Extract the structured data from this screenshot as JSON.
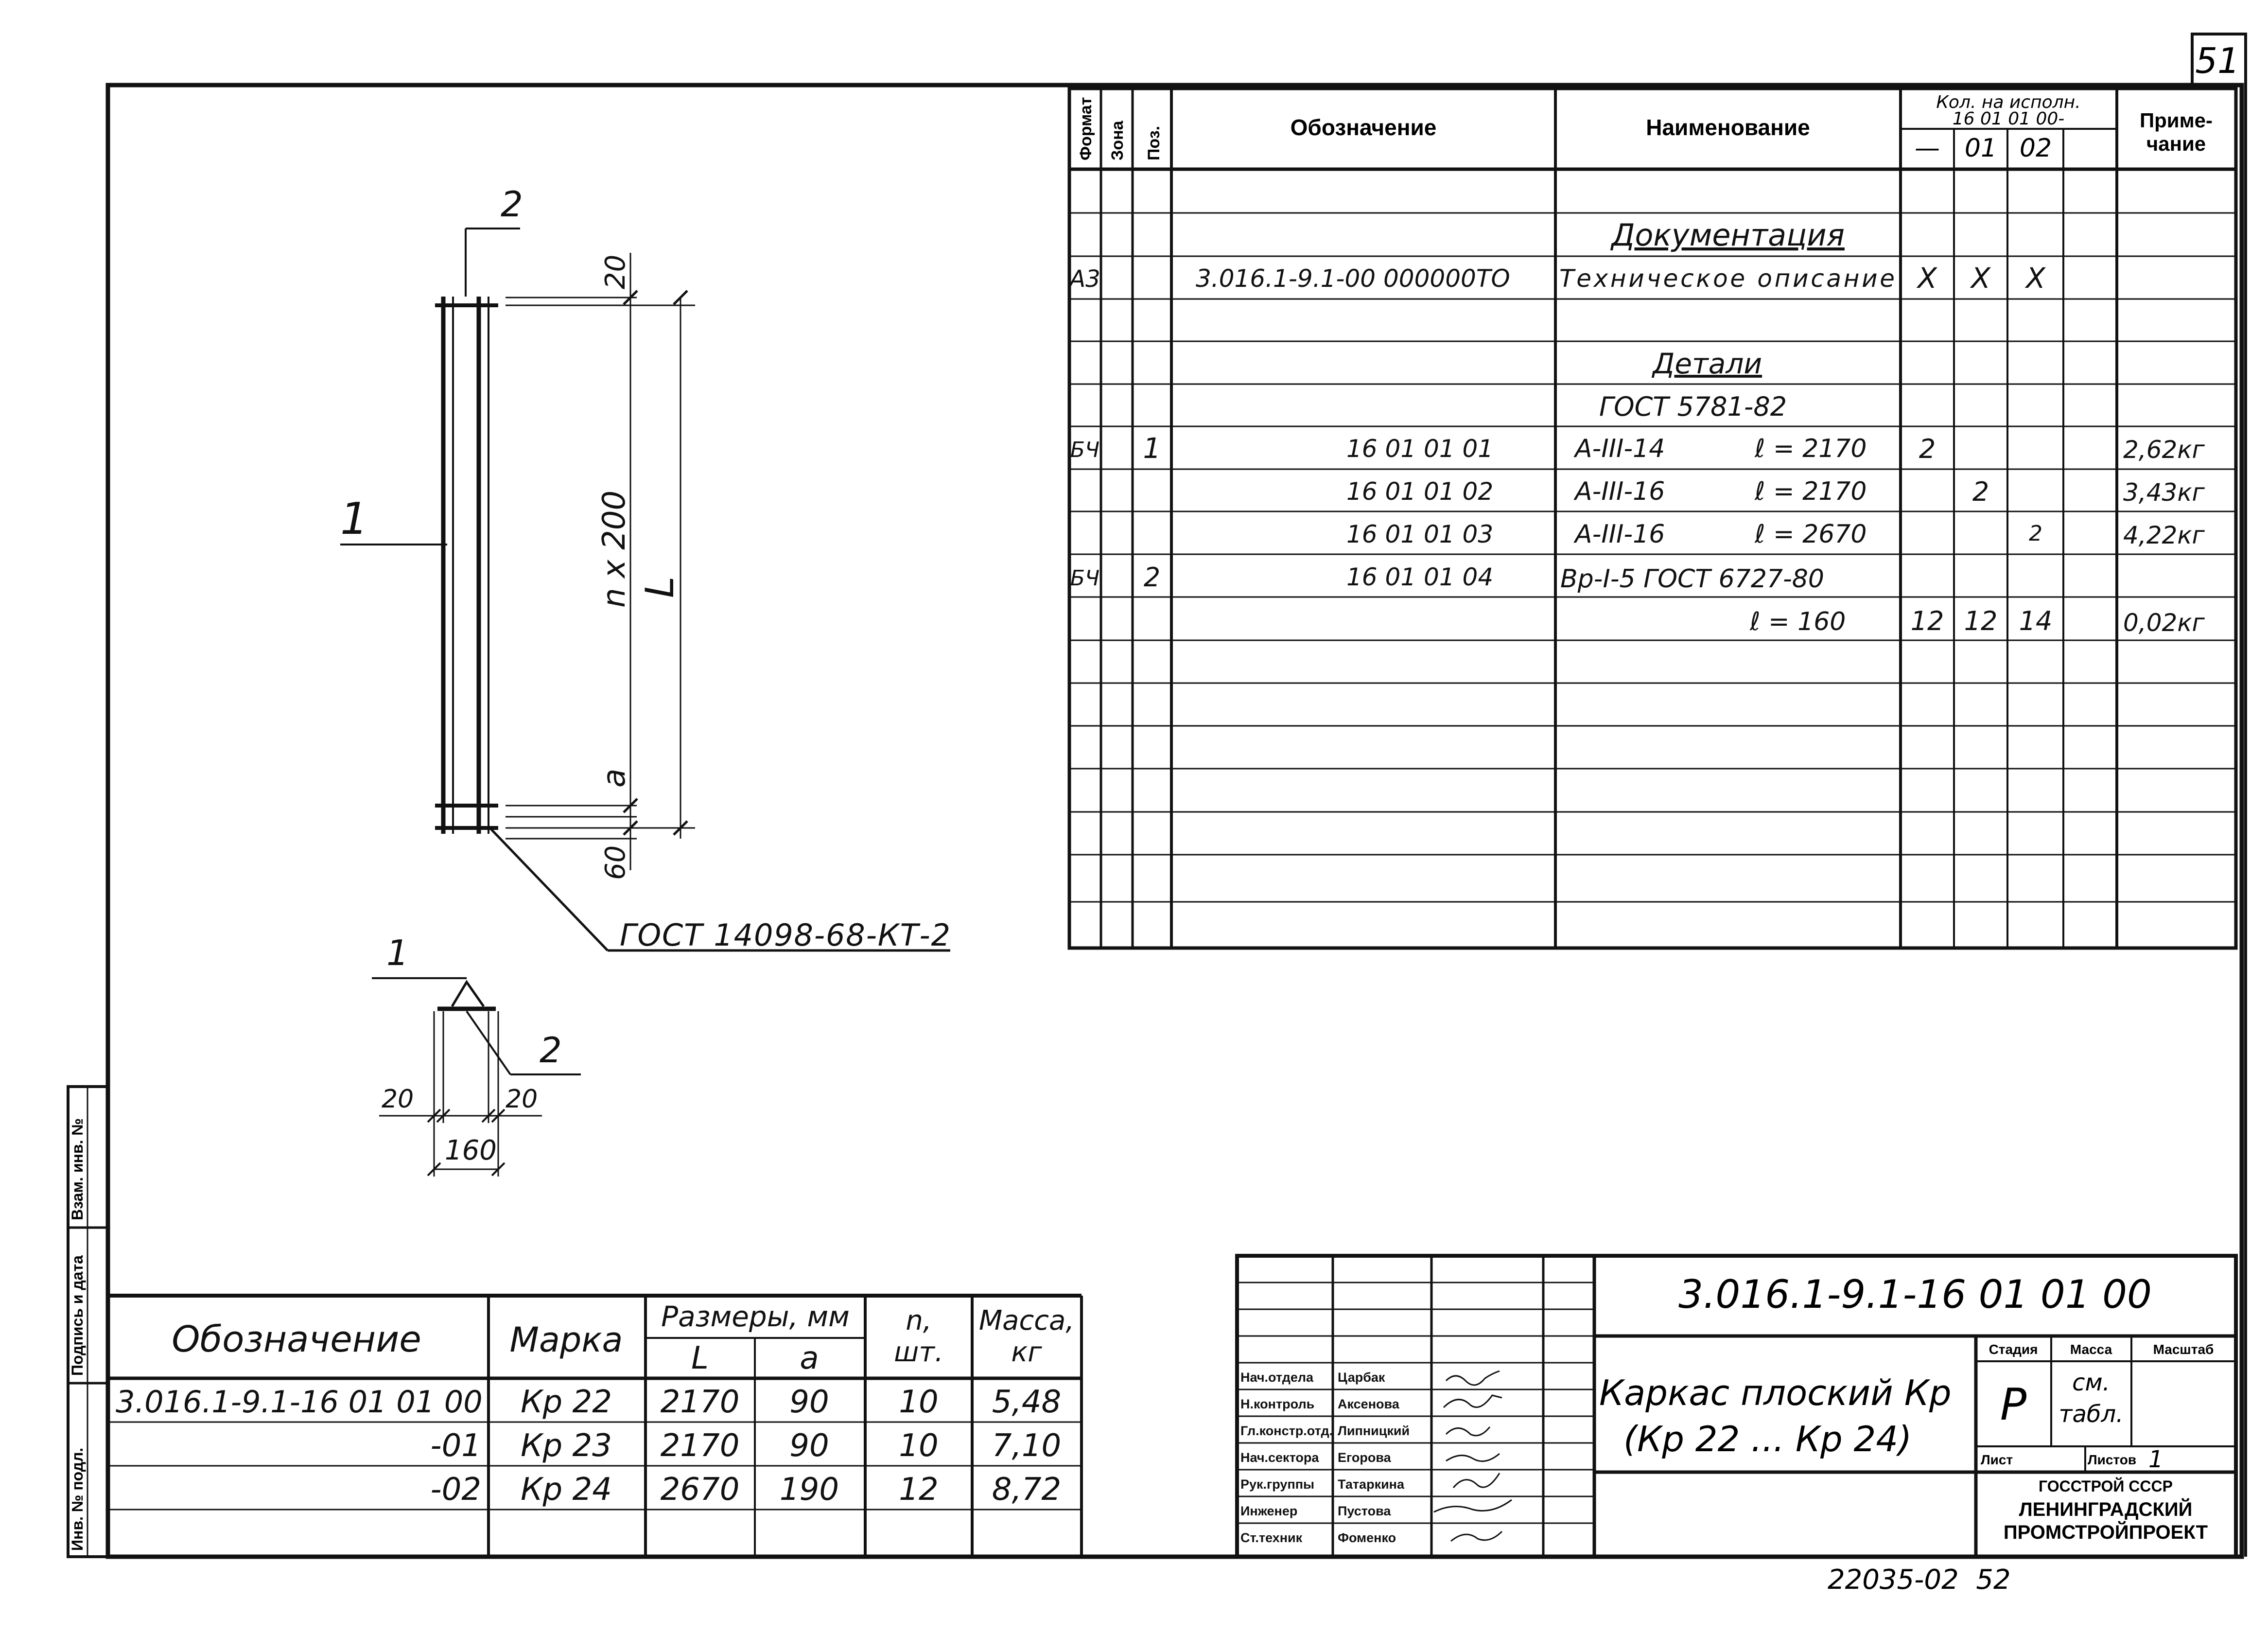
{
  "page_number": "51",
  "spec_header": {
    "format": "Формат",
    "zone": "Зона",
    "pos": "Поз.",
    "designation": "Обозначение",
    "name": "Наименование",
    "qty_top": "Кол. на исполн.",
    "qty_code": "16 01 01 00-",
    "qty_cols": [
      "—",
      "01",
      "02"
    ],
    "note": "Приме-\nчание"
  },
  "spec_rows": {
    "doc_section": "Документация",
    "doc_format": "А3",
    "doc_designation": "3.016.1-9.1-00 000000ТО",
    "doc_name": "Техническое описание",
    "doc_marks": [
      "X",
      "X",
      "X"
    ],
    "details_section": "Детали",
    "details_gost": "ГОСТ 5781-82",
    "r1_format": "БЧ",
    "r1_pos": "1",
    "r1_designation": "16 01 01 01",
    "r1_name": "А-III-14",
    "r1_length": "ℓ = 2170",
    "r1_qty": "2",
    "r1_note": "2,62кг",
    "r2_designation": "16 01 01 02",
    "r2_name": "А-III-16",
    "r2_length": "ℓ = 2170",
    "r2_qty": "2",
    "r2_note": "3,43кг",
    "r3_designation": "16 01 01 03",
    "r3_name": "А-III-16",
    "r3_length": "ℓ = 2670",
    "r3_qty": "2",
    "r3_note": "4,22кг",
    "r4_format": "БЧ",
    "r4_pos": "2",
    "r4_designation": "16 01 01 04",
    "r4_name": "Вр-I-5 ГОСТ 6727-80",
    "r4_length": "ℓ = 160",
    "r4_qty": [
      "12",
      "12",
      "14"
    ],
    "r4_note": "0,02кг"
  },
  "drawing": {
    "label_1": "1",
    "label_2": "2",
    "dim_top": "20",
    "dim_n": "n x 200",
    "dim_L": "L",
    "dim_a": "a",
    "dim_bottom": "60",
    "weld_note": "ГОСТ 14098-68-КТ-2",
    "sec_label_1": "1",
    "sec_label_2": "2",
    "sec_dim_left": "20",
    "sec_dim_right": "20",
    "sec_dim_width": "160"
  },
  "marks_table": {
    "h_designation": "Обозначение",
    "h_mark": "Марка",
    "h_sizes": "Размеры, мм",
    "h_L": "L",
    "h_a": "a",
    "h_n": "n,\nшт.",
    "h_mass": "Масса,\nкг",
    "rows": [
      {
        "designation": "3.016.1-9.1-16 01 01 00",
        "mark": "Кр 22",
        "L": "2170",
        "a": "90",
        "n": "10",
        "mass": "5,48"
      },
      {
        "designation": "-01",
        "mark": "Кр 23",
        "L": "2170",
        "a": "90",
        "n": "10",
        "mass": "7,10"
      },
      {
        "designation": "-02",
        "mark": "Кр 24",
        "L": "2670",
        "a": "190",
        "n": "12",
        "mass": "8,72"
      }
    ]
  },
  "side_stamp": [
    "Инв. № подл.",
    "Подпись и дата",
    "Взам. инв. №"
  ],
  "title_block": {
    "doc_number": "3.016.1-9.1-16 01 01 00",
    "title": "Каркас плоский Кр\n(Кр 22 ... Кр 24)",
    "stage_h": "Стадия",
    "mass_h": "Масса",
    "scale_h": "Масштаб",
    "stage": "Р",
    "mass": "см.\nтабл.",
    "sheet_h": "Лист",
    "sheets_h": "Листов",
    "sheets": "1",
    "org1": "ГОССТРОЙ СССР",
    "org2": "ЛЕНИНГРАДСКИЙ",
    "org3": "ПРОМСТРОЙПРОЕКТ",
    "people": [
      {
        "role": "Нач.отдела",
        "name": "Царбак"
      },
      {
        "role": "Н.контроль",
        "name": "Аксенова"
      },
      {
        "role": "Гл.констр.отд.",
        "name": "Липницкий"
      },
      {
        "role": "Нач.сектора",
        "name": "Егорова"
      },
      {
        "role": "Рук.группы",
        "name": "Татаркина"
      },
      {
        "role": "Инженер",
        "name": "Пустова"
      },
      {
        "role": "Ст.техник",
        "name": "Фоменко"
      }
    ]
  },
  "footer_code": "22035-02  52"
}
